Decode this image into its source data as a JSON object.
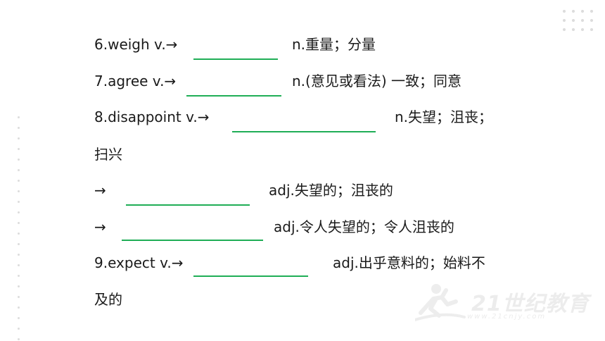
{
  "items": [
    {
      "prefix": "6.weigh v.→",
      "suffix": "n.重量；分量"
    },
    {
      "prefix": "7.agree v.→",
      "suffix": "n.(意见或看法) 一致；同意"
    },
    {
      "prefix": "8.disappoint v.→",
      "suffix": "n.失望；沮丧；"
    },
    {
      "prefix": "扫兴"
    },
    {
      "prefix": "→",
      "suffix": "adj.失望的；沮丧的"
    },
    {
      "prefix": "→",
      "suffix": "adj.令人失望的；令人沮丧的"
    },
    {
      "prefix": "9.expect v.→",
      "suffix": "adj.出乎意料的；始料不"
    },
    {
      "prefix": "及的"
    }
  ],
  "watermark": {
    "brand": "21世纪教育",
    "url": "www.21cnjy.com"
  },
  "colors": {
    "blank_line": "#1fae56",
    "text": "#1a1a1a",
    "decor_dots": "#dcdcdc"
  }
}
